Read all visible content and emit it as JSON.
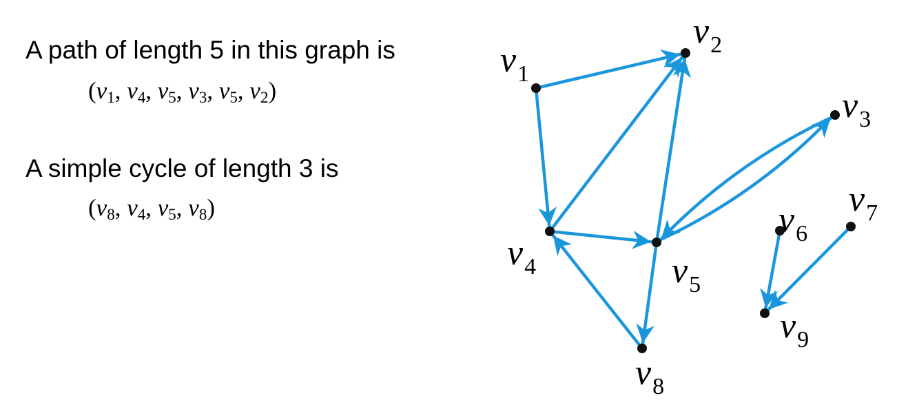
{
  "text": {
    "path_heading": "A path of length 5 in this graph is",
    "cycle_heading": "A simple cycle of length 3 is"
  },
  "path_sequence": [
    "1",
    "4",
    "5",
    "3",
    "5",
    "2"
  ],
  "cycle_sequence": [
    "8",
    "4",
    "5",
    "8"
  ],
  "vertex_letter": "v",
  "vertices": [
    {
      "id": "v1",
      "sub": "1"
    },
    {
      "id": "v2",
      "sub": "2"
    },
    {
      "id": "v3",
      "sub": "3"
    },
    {
      "id": "v4",
      "sub": "4"
    },
    {
      "id": "v5",
      "sub": "5"
    },
    {
      "id": "v6",
      "sub": "6"
    },
    {
      "id": "v7",
      "sub": "7"
    },
    {
      "id": "v8",
      "sub": "8"
    },
    {
      "id": "v9",
      "sub": "9"
    }
  ],
  "edges": [
    {
      "from": "v1",
      "to": "v2"
    },
    {
      "from": "v1",
      "to": "v4"
    },
    {
      "from": "v4",
      "to": "v2"
    },
    {
      "from": "v5",
      "to": "v2"
    },
    {
      "from": "v4",
      "to": "v5"
    },
    {
      "from": "v5",
      "to": "v3"
    },
    {
      "from": "v3",
      "to": "v5"
    },
    {
      "from": "v5",
      "to": "v8"
    },
    {
      "from": "v8",
      "to": "v4"
    },
    {
      "from": "v6",
      "to": "v9"
    },
    {
      "from": "v7",
      "to": "v9"
    }
  ],
  "colors": {
    "edge": "#1a96dc",
    "vertex": "#111111",
    "text": "#000000"
  }
}
